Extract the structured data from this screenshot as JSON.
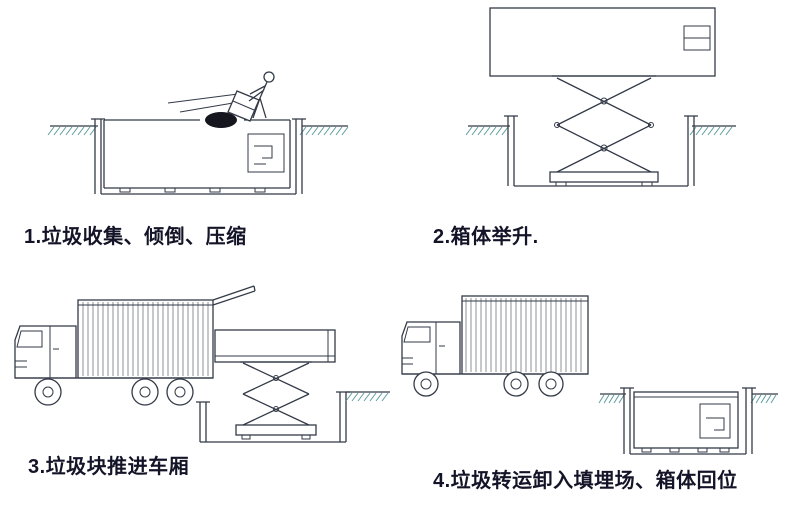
{
  "page": {
    "background": "#ffffff"
  },
  "diagram": {
    "line_color": "#333a47",
    "hatch_color": "#5f9ea0",
    "fill_dark": "#16161f",
    "steps": [
      {
        "caption": "1.垃圾收集、倾倒、压缩"
      },
      {
        "caption": "2.箱体举升."
      },
      {
        "caption": "3.垃圾块推进车厢"
      },
      {
        "caption": "4.垃圾转运卸入填埋场、箱体回位"
      }
    ]
  }
}
